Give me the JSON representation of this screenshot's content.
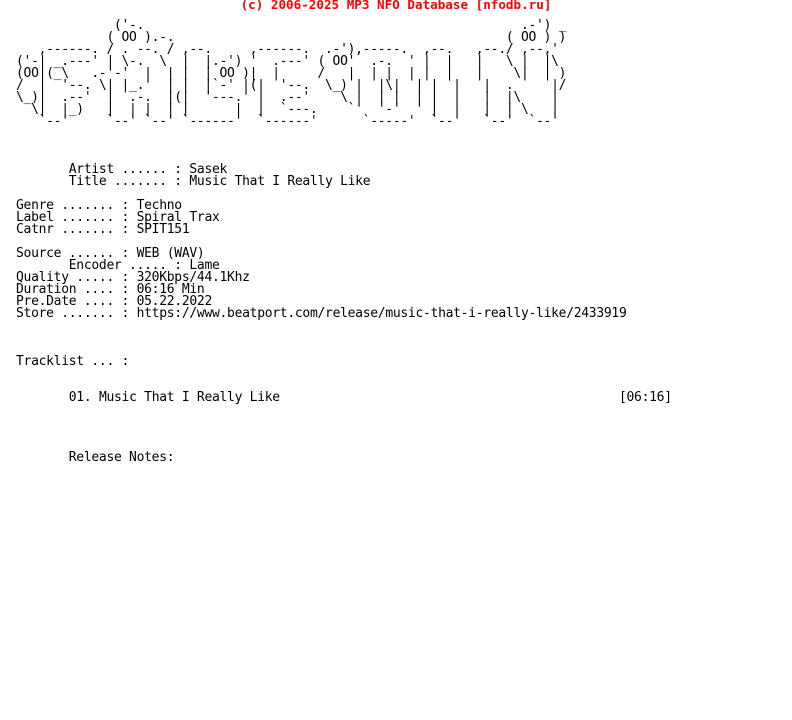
{
  "header": {
    "copyright": "(c) 2006-2025 MP3 NFO Database [nfodb.ru]"
  },
  "logo": {
    "ascii_art": "             ('-.                                                  .-') _\n            ( OO ).-.                                            ( OO ) )\n   ,------. / . --. / ,--.     ,------.  .-'),-----.  ,--.   ,--./ ,--,'\n('-| _.---' | \\-.  \\  |  |.-') '  .---' ( OO'  .-.  ' |  |   |   \\ |  |\\\n(OO|(_\\   .-'-'  |  | |  | OO )|  |     /   |  | |  | |  |   |    \\|  | )\n/  |  '--. \\| |_.'  | |  |`-' |(|  '--.  \\_) |  |\\|  | |  |   |  .     |/\n\\_)|  .--'  |  .-.  |(|  '---.' |  .--'    \\ |  | |  | |  |   |  |\\    |\n  \\|  |_)   |  | |  | |      |  |  `---.    `'  '-'  ' |  |   |  | \\   |\n   `--'     `--' `--' `------'  `------'      `-----'  `--'   `--'  `--'"
  },
  "release": {
    "artist_label": "Artist ...... :",
    "artist": "Sasek",
    "title_label": "Title ....... :",
    "title": "Music That I Really Like",
    "genre_label": "Genre ....... :",
    "genre": "Techno",
    "label_label": "Label ....... :",
    "label": "Spiral Trax",
    "catnr_label": "Catnr ....... :",
    "catnr": "SPIT151",
    "source_label": "Source ...... :",
    "source": "WEB (WAV)",
    "encoder_label": "Encoder ..... :",
    "encoder": "Lame",
    "quality_label": "Quality ..... :",
    "quality": "320Kbps/44.1Khz",
    "duration_label": "Duration .... :",
    "duration": "06:16 Min",
    "predate_label": "Pre.Date .... :",
    "predate": "05.22.2022",
    "store_label": "Store ....... :",
    "store": "https://www.beatport.com/release/music-that-i-really-like/2433919"
  },
  "tracklist": {
    "heading": "Tracklist ... :",
    "tracks": [
      {
        "number": "01.",
        "title": "Music That I Really Like",
        "length": "[06:16]"
      }
    ]
  },
  "notes": {
    "heading": "Release Notes:"
  }
}
